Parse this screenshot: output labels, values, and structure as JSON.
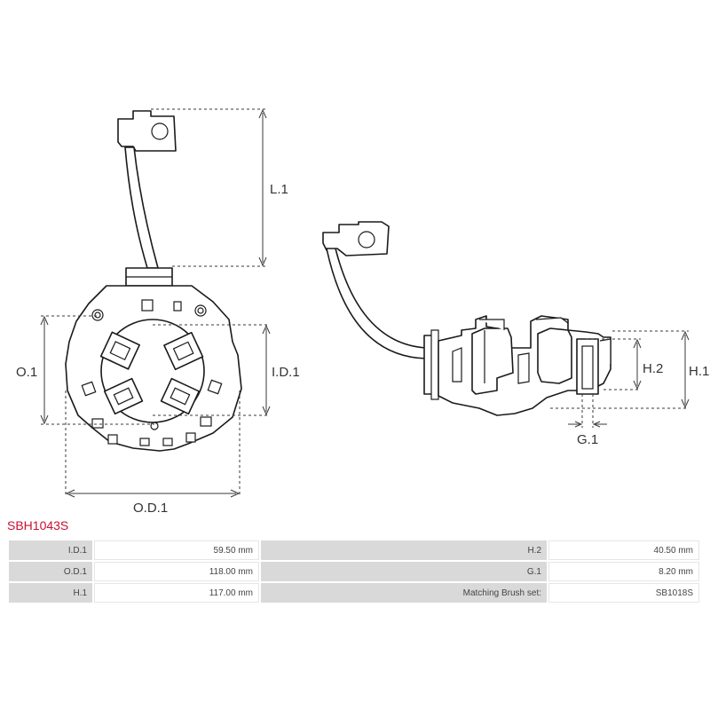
{
  "labels": {
    "l1": "L.1",
    "o1": "O.1",
    "id1": "I.D.1",
    "od1": "O.D.1",
    "h1": "H.1",
    "h2": "H.2",
    "g1": "G.1"
  },
  "title": "SBH1043S",
  "specs": [
    {
      "left_label": "I.D.1",
      "left_value": "59.50 mm",
      "right_label": "H.2",
      "right_value": "40.50 mm"
    },
    {
      "left_label": "O.D.1",
      "left_value": "118.00 mm",
      "right_label": "G.1",
      "right_value": "8.20 mm"
    },
    {
      "left_label": "H.1",
      "left_value": "117.00 mm",
      "right_label": "Matching Brush set:",
      "right_value": "SB1018S"
    }
  ]
}
